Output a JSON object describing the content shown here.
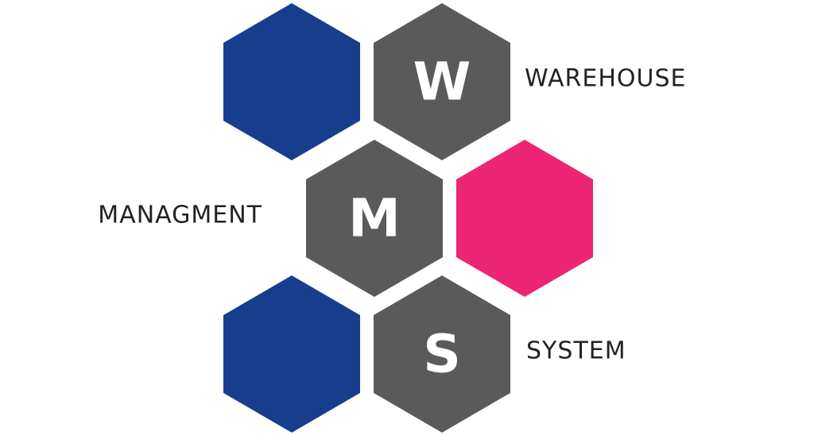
{
  "colors": {
    "blue": "#163e8c",
    "gray": "#5a5a5a",
    "pink": "#ec2575",
    "letter": "#ffffff",
    "label": "#222222",
    "background": "#ffffff"
  },
  "hexagons": [
    {
      "id": "top-left",
      "color": "blue",
      "letter": ""
    },
    {
      "id": "top-right",
      "color": "gray",
      "letter": "W"
    },
    {
      "id": "middle-left",
      "color": "gray",
      "letter": "M"
    },
    {
      "id": "middle-right",
      "color": "pink",
      "letter": ""
    },
    {
      "id": "bottom-left",
      "color": "blue",
      "letter": ""
    },
    {
      "id": "bottom-right",
      "color": "gray",
      "letter": "S"
    }
  ],
  "labels": {
    "warehouse": "WAREHOUSE",
    "management": "MANAGMENT",
    "system": "SYSTEM"
  }
}
